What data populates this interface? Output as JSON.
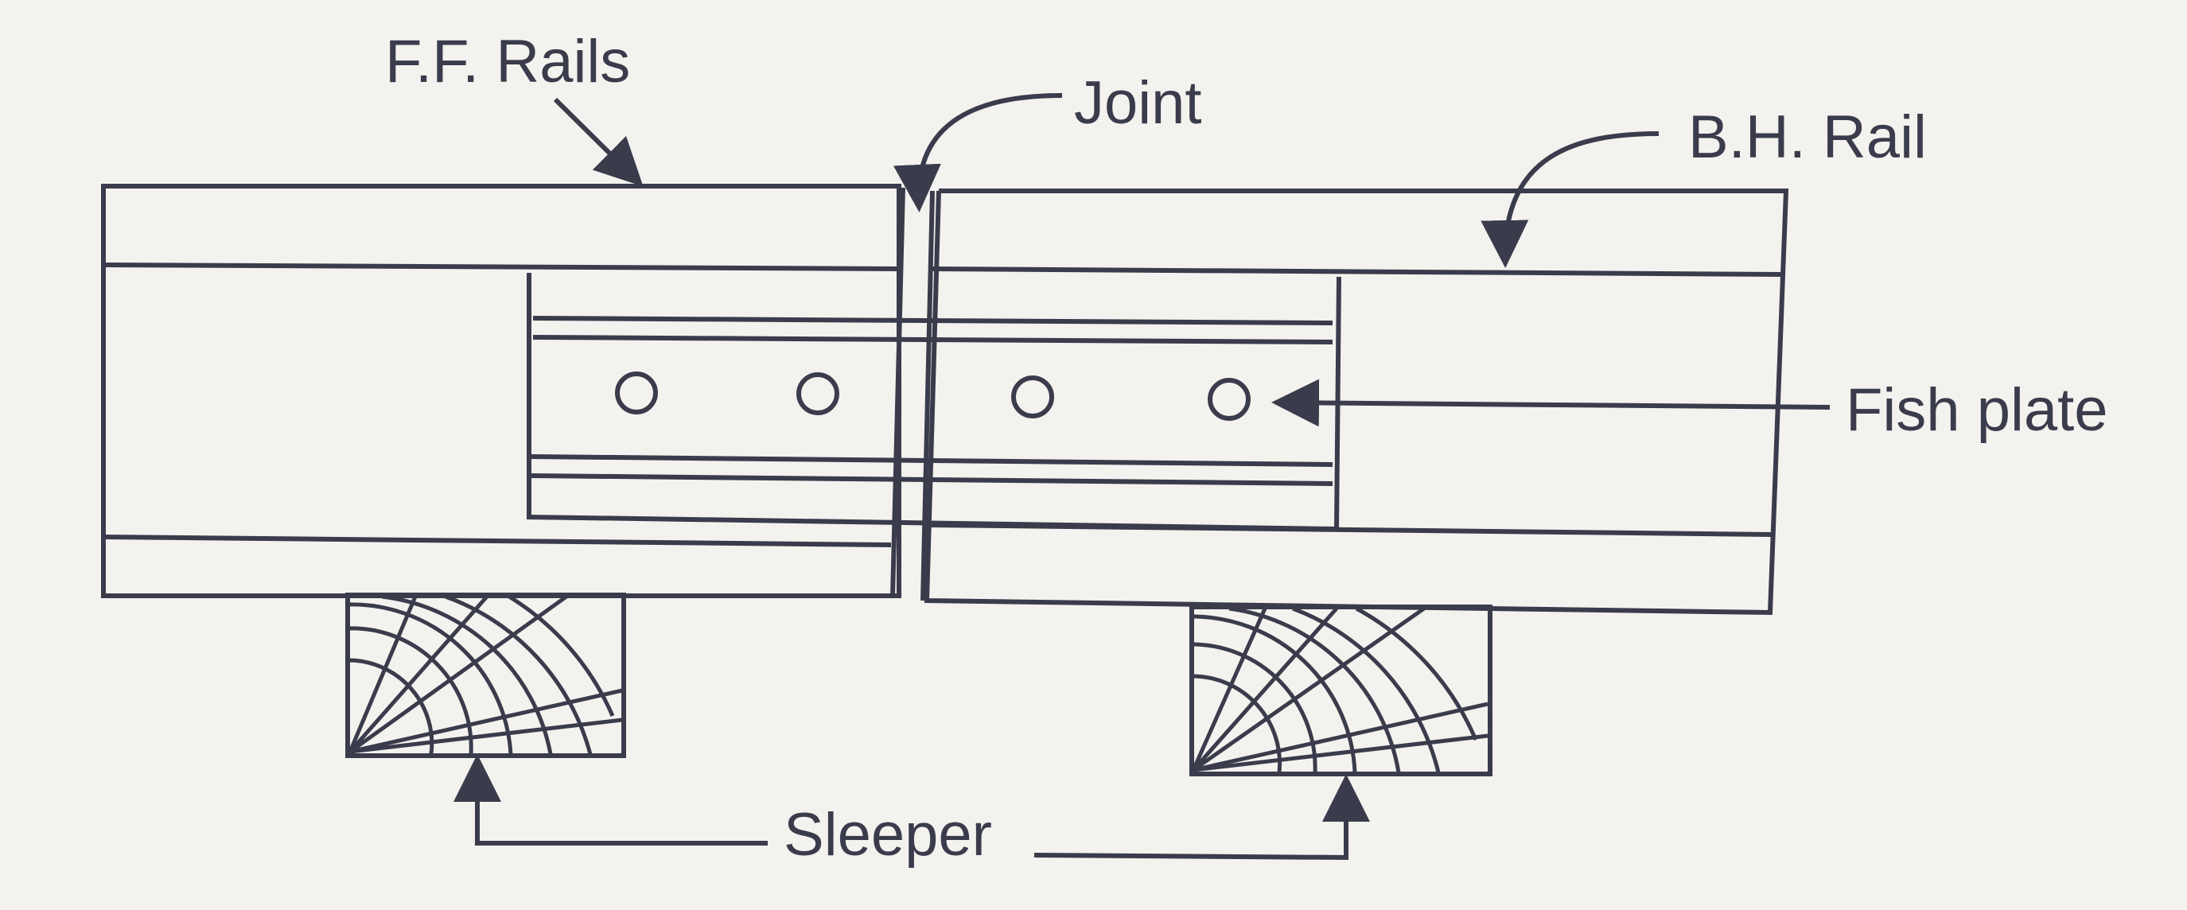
{
  "labels": {
    "ff_rails": "F.F. Rails",
    "joint": "Joint",
    "bh_rail": "B.H. Rail",
    "fish_plate": "Fish plate",
    "sleeper": "Sleeper"
  },
  "colors": {
    "ink": "#3a3c4c",
    "paper": "#f3f2ee"
  }
}
